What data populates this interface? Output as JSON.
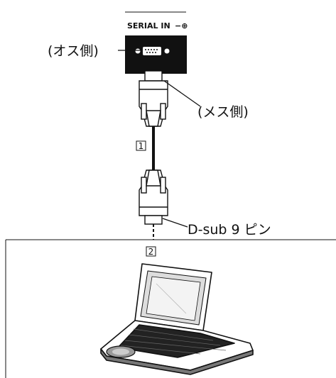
{
  "panel": {
    "port_label": "SERIAL IN",
    "port_symbol": "−⊕"
  },
  "labels": {
    "male_side": "(オス側)",
    "female_side": "(メス側)",
    "connector_type": "D-sub 9 ピン"
  },
  "callouts": {
    "cable_number": "1",
    "computer_number": "2"
  },
  "colors": {
    "panel_fill": "#111111",
    "line": "#111111",
    "background": "#ffffff"
  }
}
